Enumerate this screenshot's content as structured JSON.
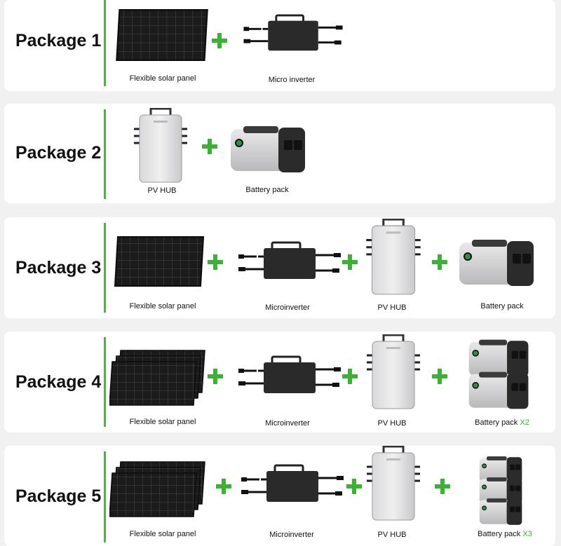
{
  "accent_color": "#3cb234",
  "packages": [
    {
      "title": "Package 1",
      "captions": [
        "Flexible solar panel",
        "Micro inverter"
      ]
    },
    {
      "title": "Package 2",
      "captions": [
        "PV HUB",
        "Battery pack"
      ]
    },
    {
      "title": "Package 3",
      "captions": [
        "Flexible solar panel",
        "Microinverter",
        "PV HUB",
        "Battery pack"
      ]
    },
    {
      "title": "Package 4",
      "captions": [
        "Flexible solar panel",
        "Microinverter",
        "PV HUB",
        "Battery pack"
      ],
      "multiplier": "X2"
    },
    {
      "title": "Package 5",
      "captions": [
        "Flexible solar panel",
        "Microinverter",
        "PV HUB",
        "Battery pack"
      ],
      "multiplier": "X3"
    }
  ],
  "icons": [
    "solar-panel-icon",
    "micro-inverter-icon",
    "pv-hub-icon",
    "battery-pack-icon",
    "plus-icon"
  ]
}
